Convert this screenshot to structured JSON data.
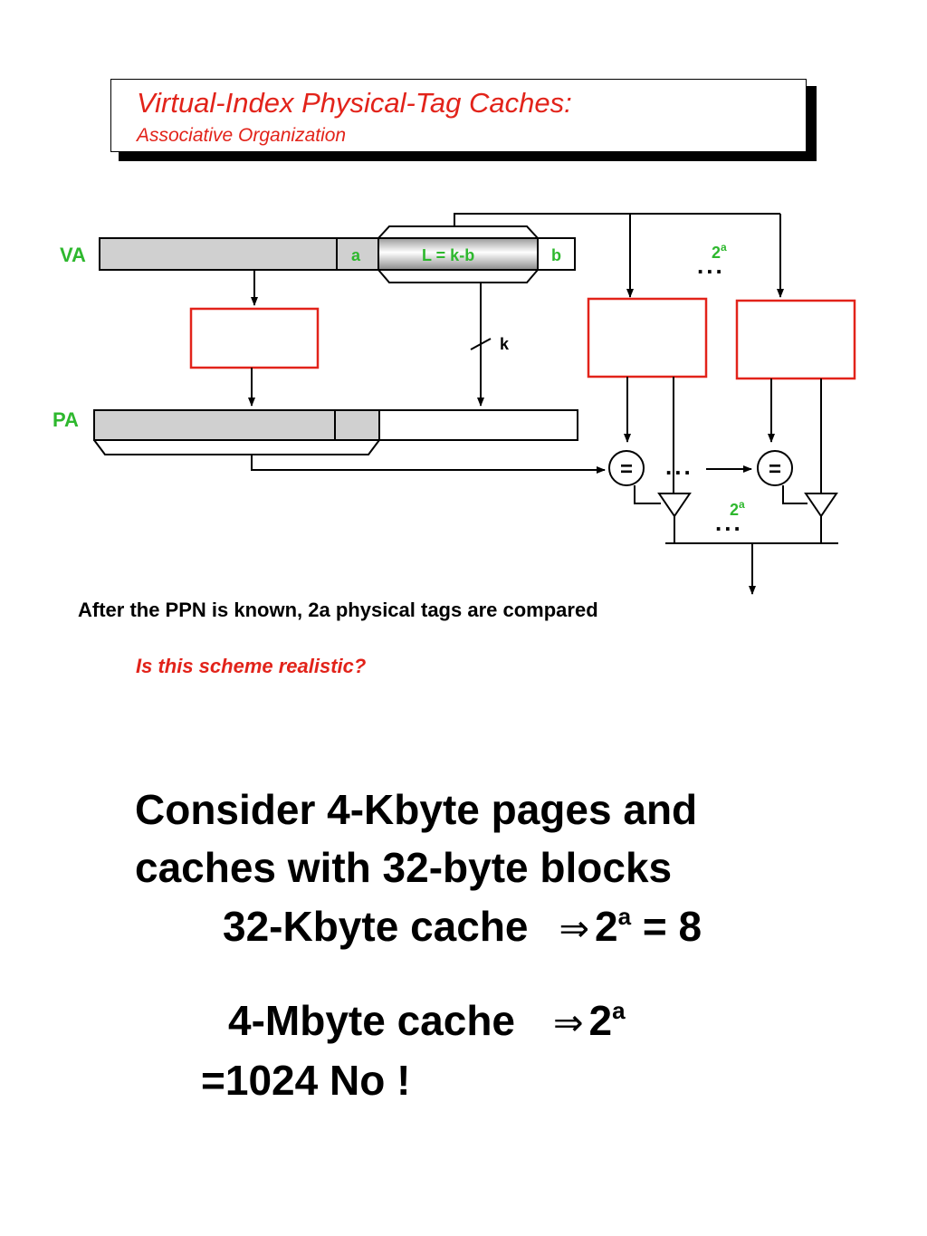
{
  "title": {
    "main": "Virtual-Index Physical-Tag Caches:",
    "sub": "Associative Organization"
  },
  "diagram": {
    "va_label": "VA",
    "pa_label": "PA",
    "field_a": "a",
    "field_l": "L = k-b",
    "field_b": "b",
    "k_label": "k",
    "ways_base": "2",
    "ways_exp": "a",
    "ellipsis": "...",
    "compare": "=",
    "partial_text": "After the PPN is known, 2a physical tags are compared"
  },
  "question": "Is this scheme realistic?",
  "body": {
    "consider": "Consider 4-Kbyte pages and caches with 32-byte blocks",
    "line1_prefix": "32-Kbyte cache",
    "line1_arrow": "⇒",
    "line1_base": "2",
    "line1_exp": "a",
    "line1_result": " = 8",
    "line2_prefix": "4-Mbyte cache",
    "line2_arrow": "⇒",
    "line2_base": "2",
    "line2_exp": "a",
    "line2_result": "=1024 No !"
  },
  "colors": {
    "red": "#e2231a",
    "green": "#2eb82e",
    "gray": "#d0d0d0"
  }
}
